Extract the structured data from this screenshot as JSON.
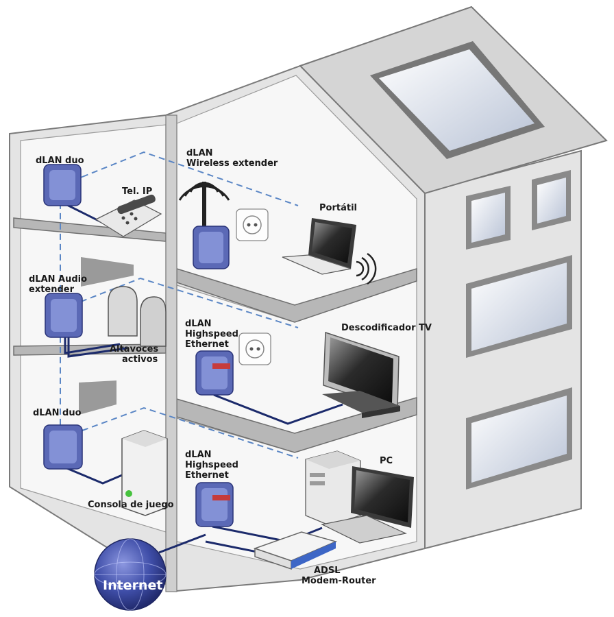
{
  "labels": {
    "dlan_duo_top": "dLAN duo",
    "tel_ip": "Tel. IP",
    "dlan_wireless_1": "dLAN",
    "dlan_wireless_2": "Wireless extender",
    "portatil": "Portátil",
    "dlan_audio_1": "dLAN Audio",
    "dlan_audio_2": "extender",
    "altavoces_1": "Altavoces",
    "altavoces_2": "activos",
    "dlan_hs_mid_1": "dLAN",
    "dlan_hs_mid_2": "Highspeed",
    "dlan_hs_mid_3": "Ethernet",
    "descodificador": "Descodificador TV",
    "dlan_duo_bottom": "dLAN duo",
    "consola": "Consola de juego",
    "dlan_hs_bot_1": "dLAN",
    "dlan_hs_bot_2": "Highspeed",
    "dlan_hs_bot_3": "Ethernet",
    "pc": "PC",
    "adsl_1": "ADSL",
    "adsl_2": "Modem-Router",
    "internet": "Internet"
  },
  "colors": {
    "powerline_dashed": "#5a86c5",
    "ethernet_cable": "#1b2a6b",
    "adapter_blue": "#5b69b6",
    "globe_blue": "#3f4ea8"
  },
  "icons": [
    "dlan-adapter-icon",
    "ip-phone-icon",
    "wireless-signal-icon",
    "wall-socket-icon",
    "laptop-icon",
    "speaker-icon",
    "tv-icon",
    "set-top-box-icon",
    "game-console-icon",
    "pc-tower-icon",
    "monitor-icon",
    "keyboard-icon",
    "router-icon",
    "globe-icon"
  ]
}
